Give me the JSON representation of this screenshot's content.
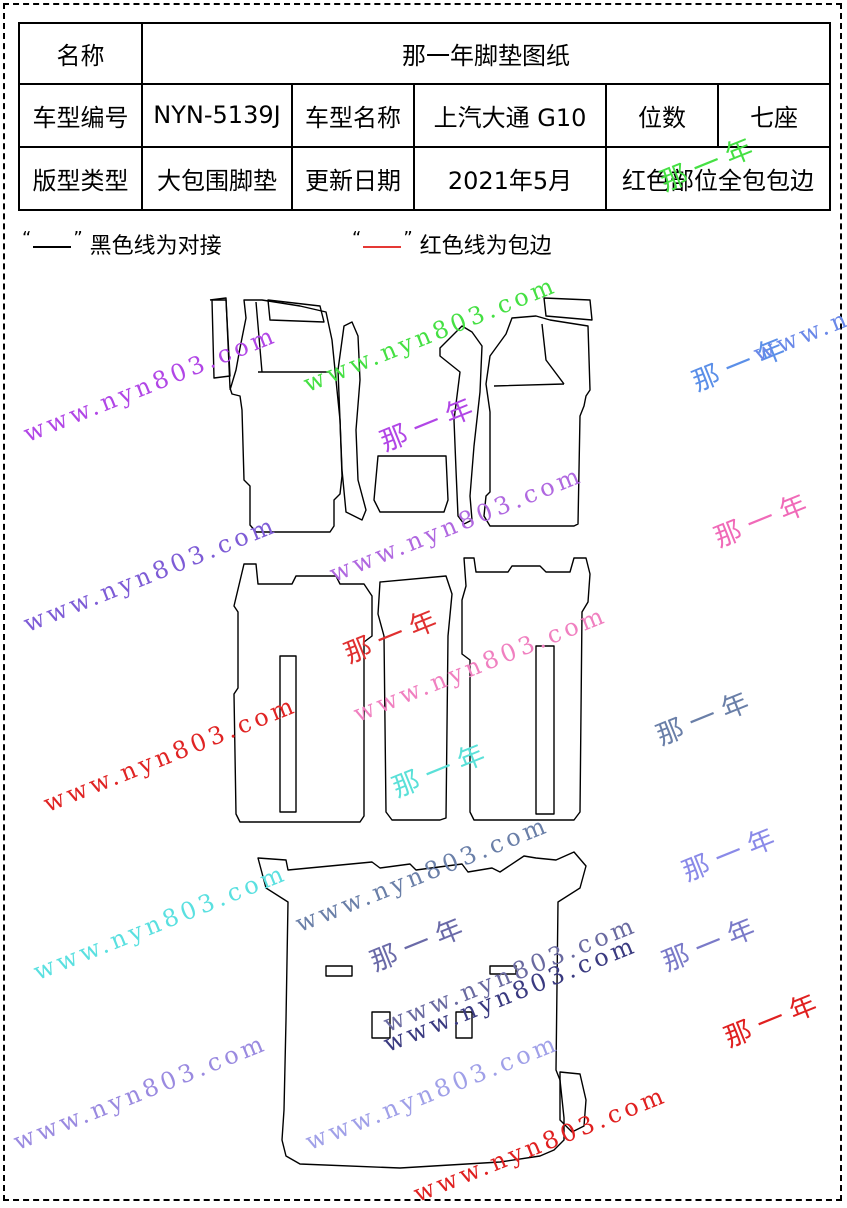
{
  "table": {
    "label_name": "名称",
    "title": "那一年脚垫图纸",
    "row2": [
      "车型编号",
      "NYN-5139J",
      "车型名称",
      "上汽大通 G10",
      "位数",
      "七座"
    ],
    "row3": [
      "版型类型",
      "大包围脚垫",
      "更新日期",
      "2021年5月",
      "红色部位全包包边"
    ]
  },
  "legend": {
    "black_prefix": "“",
    "black_suffix": "”",
    "black_text": "黑色线为对接",
    "red_prefix": "“",
    "red_suffix": "”",
    "red_text": "红色线为包边",
    "black_color": "#000000",
    "red_color": "#e53935"
  },
  "watermarks": {
    "url": "www.nyn803.com",
    "cn": "那一年",
    "items": [
      {
        "kind": "url",
        "color": "#b146e6"
      },
      {
        "kind": "url",
        "color": "#45e043"
      },
      {
        "kind": "cn",
        "color": "#b146e6"
      },
      {
        "kind": "cn",
        "color": "#5b8fe8"
      },
      {
        "kind": "cn",
        "color": "#45e043"
      },
      {
        "kind": "url",
        "color": "#7e5cd6"
      },
      {
        "kind": "url",
        "color": "#b068e0"
      },
      {
        "kind": "url",
        "color": "#6a88e8"
      },
      {
        "kind": "cn",
        "color": "#f06ab8"
      },
      {
        "kind": "cn",
        "color": "#e03030"
      },
      {
        "kind": "url",
        "color": "#f080c0"
      },
      {
        "kind": "url",
        "color": "#e02424"
      },
      {
        "kind": "cn",
        "color": "#6a7fa8"
      },
      {
        "kind": "cn",
        "color": "#5ae0d8"
      },
      {
        "kind": "url",
        "color": "#6a7fa8"
      },
      {
        "kind": "url",
        "color": "#5ae0e0"
      },
      {
        "kind": "cn",
        "color": "#6a6aa8"
      },
      {
        "kind": "url",
        "color": "#6a6aa0"
      },
      {
        "kind": "cn",
        "color": "#7a7ac8"
      },
      {
        "kind": "cn",
        "color": "#8a8ae8"
      },
      {
        "kind": "url",
        "color": "#3a3a80"
      },
      {
        "kind": "url",
        "color": "#9a8ae0"
      },
      {
        "kind": "url",
        "color": "#a0a0e8"
      },
      {
        "kind": "cn",
        "color": "#e02020"
      },
      {
        "kind": "url",
        "color": "#e02020"
      }
    ]
  }
}
